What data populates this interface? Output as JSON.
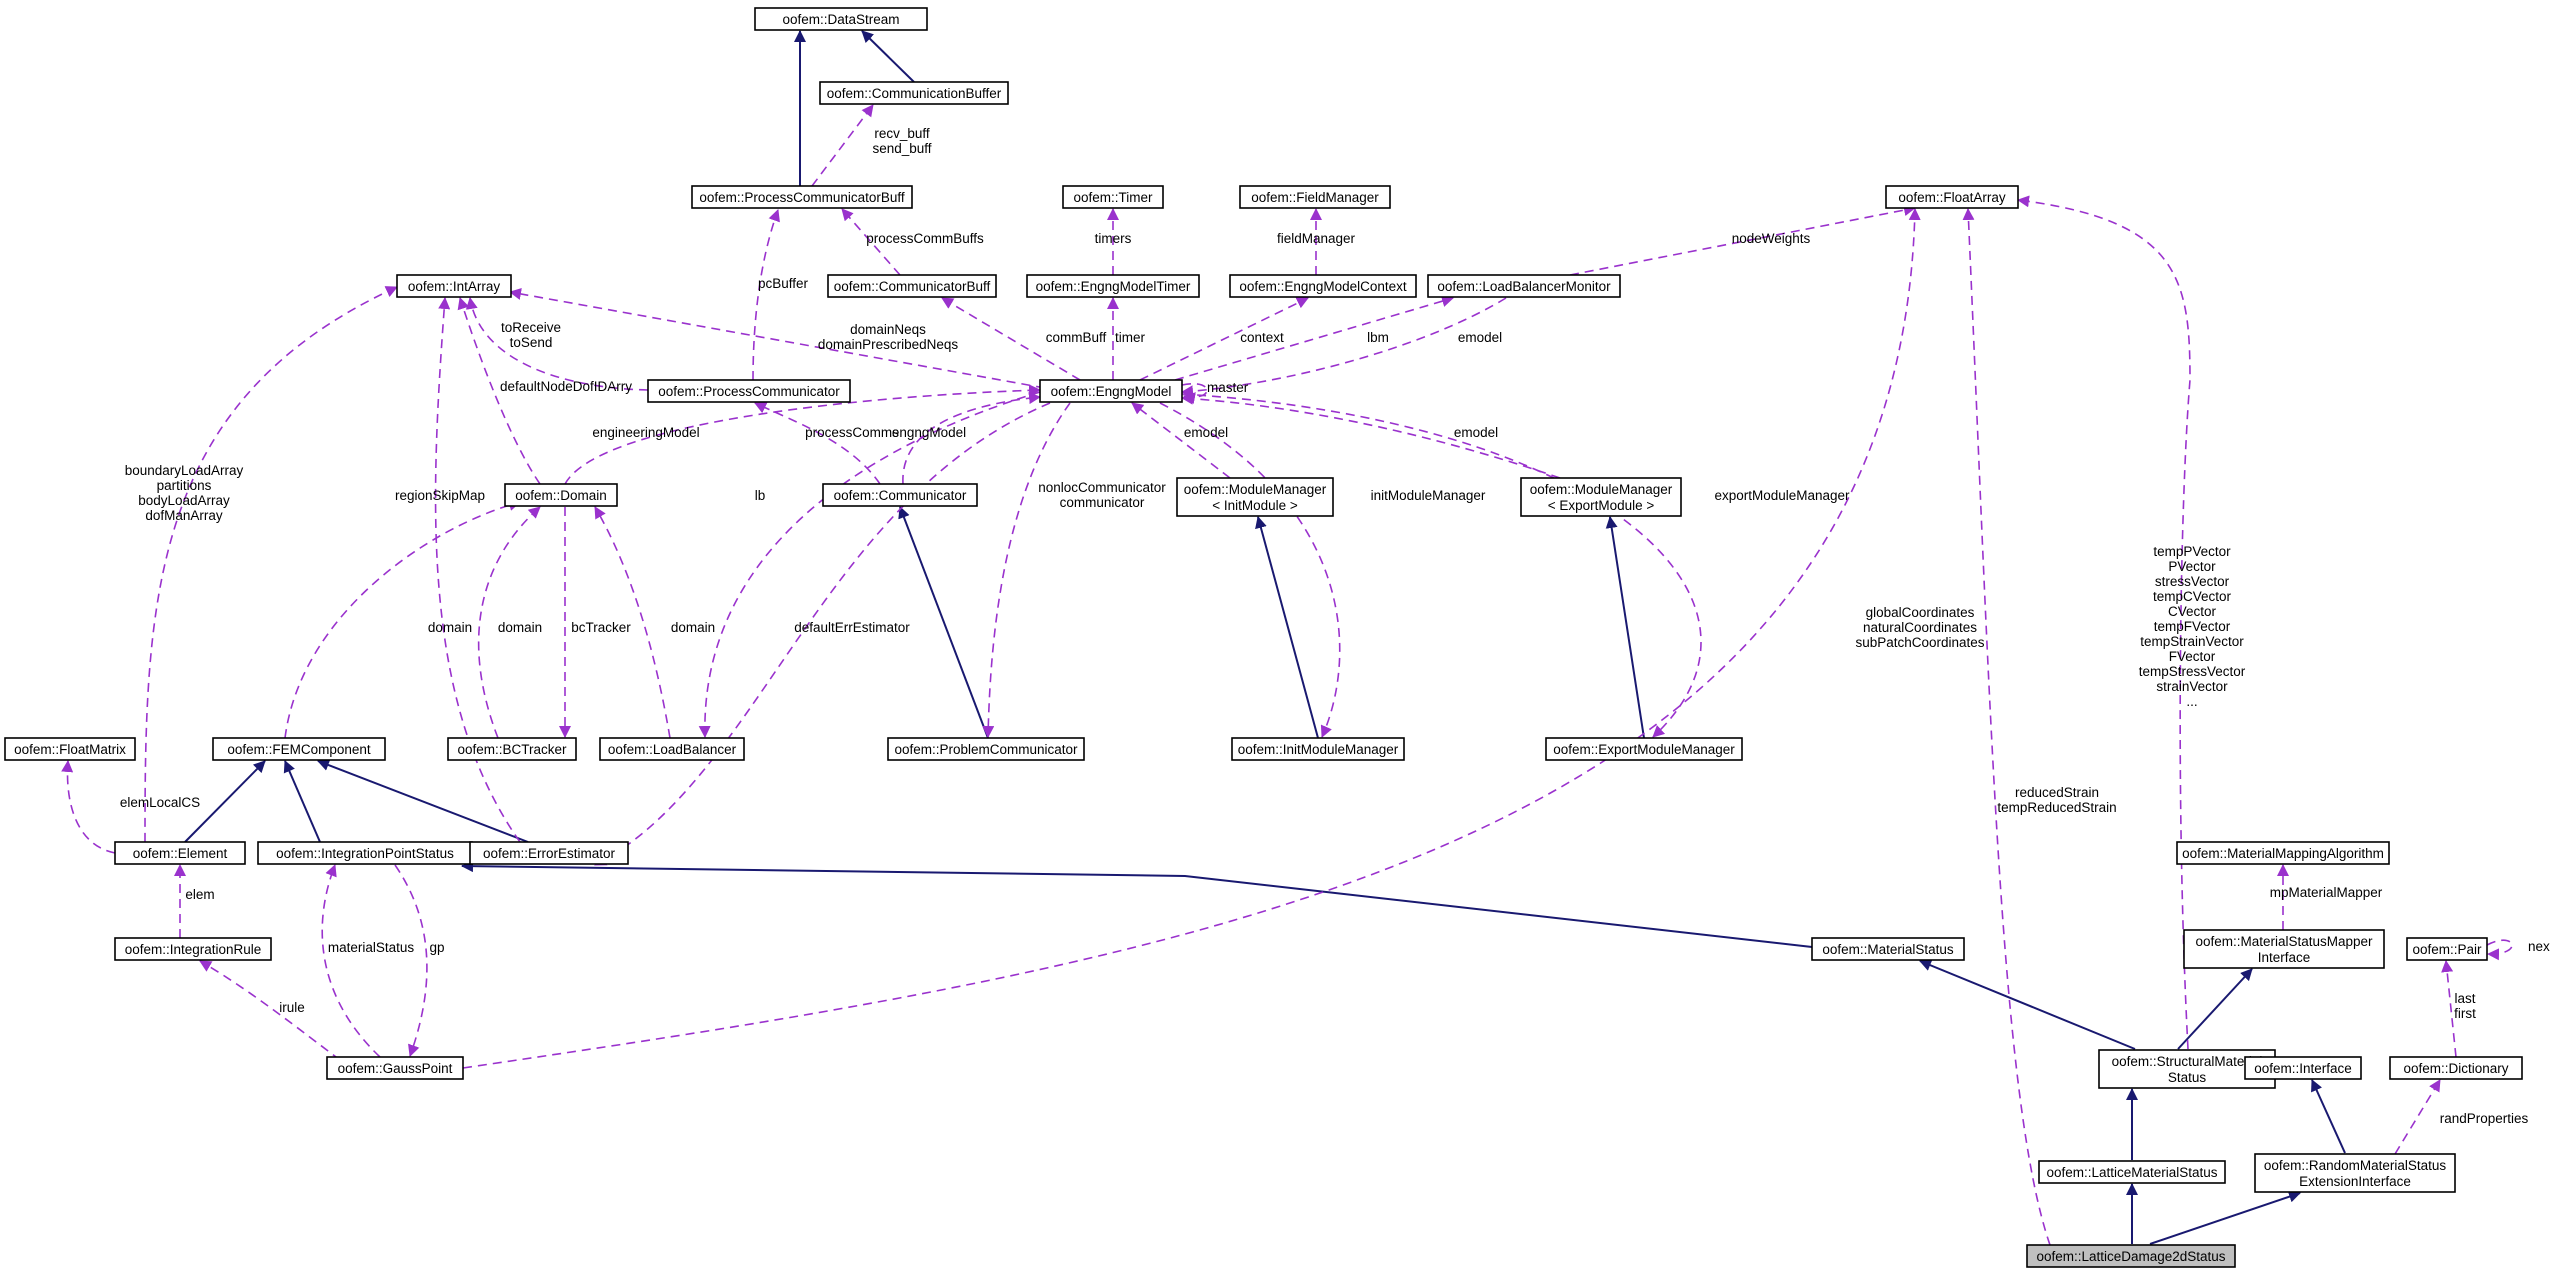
{
  "nodes": [
    {
      "id": "datastream",
      "label": [
        "oofem::DataStream"
      ]
    },
    {
      "id": "commbuffer",
      "label": [
        "oofem::CommunicationBuffer"
      ]
    },
    {
      "id": "pcbuff",
      "label": [
        "oofem::ProcessCommunicatorBuff"
      ]
    },
    {
      "id": "timer",
      "label": [
        "oofem::Timer"
      ]
    },
    {
      "id": "fieldmanager",
      "label": [
        "oofem::FieldManager"
      ]
    },
    {
      "id": "floatarray",
      "label": [
        "oofem::FloatArray"
      ]
    },
    {
      "id": "intarray",
      "label": [
        "oofem::IntArray"
      ]
    },
    {
      "id": "communicatorbuff",
      "label": [
        "oofem::CommunicatorBuff"
      ]
    },
    {
      "id": "engngmodeltimer",
      "label": [
        "oofem::EngngModelTimer"
      ]
    },
    {
      "id": "engngmodelcontext",
      "label": [
        "oofem::EngngModelContext"
      ]
    },
    {
      "id": "lbmonitor",
      "label": [
        "oofem::LoadBalancerMonitor"
      ]
    },
    {
      "id": "processcommunicator",
      "label": [
        "oofem::ProcessCommunicator"
      ]
    },
    {
      "id": "engngmodel",
      "label": [
        "oofem::EngngModel"
      ]
    },
    {
      "id": "domain",
      "label": [
        "oofem::Domain"
      ]
    },
    {
      "id": "communicator",
      "label": [
        "oofem::Communicator"
      ]
    },
    {
      "id": "mminit",
      "label": [
        "oofem::ModuleManager",
        "< InitModule >"
      ]
    },
    {
      "id": "mmexport",
      "label": [
        "oofem::ModuleManager",
        "< ExportModule >"
      ]
    },
    {
      "id": "floatmatrix",
      "label": [
        "oofem::FloatMatrix"
      ]
    },
    {
      "id": "femcomponent",
      "label": [
        "oofem::FEMComponent"
      ]
    },
    {
      "id": "bctracker",
      "label": [
        "oofem::BCTracker"
      ]
    },
    {
      "id": "loadbalancer",
      "label": [
        "oofem::LoadBalancer"
      ]
    },
    {
      "id": "problemcommunicator",
      "label": [
        "oofem::ProblemCommunicator"
      ]
    },
    {
      "id": "initmodulemanager",
      "label": [
        "oofem::InitModuleManager"
      ]
    },
    {
      "id": "exportmodulemanager",
      "label": [
        "oofem::ExportModuleManager"
      ]
    },
    {
      "id": "element",
      "label": [
        "oofem::Element"
      ]
    },
    {
      "id": "ipstatus",
      "label": [
        "oofem::IntegrationPointStatus"
      ]
    },
    {
      "id": "errorestimator",
      "label": [
        "oofem::ErrorEstimator"
      ]
    },
    {
      "id": "mmalgorithm",
      "label": [
        "oofem::MaterialMappingAlgorithm"
      ]
    },
    {
      "id": "integrationrule",
      "label": [
        "oofem::IntegrationRule"
      ]
    },
    {
      "id": "materialstatus",
      "label": [
        "oofem::MaterialStatus"
      ]
    },
    {
      "id": "msmapper",
      "label": [
        "oofem::MaterialStatusMapper",
        "Interface"
      ]
    },
    {
      "id": "pair",
      "label": [
        "oofem::Pair"
      ]
    },
    {
      "id": "gausspoint",
      "label": [
        "oofem::GaussPoint"
      ]
    },
    {
      "id": "structmatstatus",
      "label": [
        "oofem::StructuralMaterial",
        "Status"
      ]
    },
    {
      "id": "interface",
      "label": [
        "oofem::Interface"
      ]
    },
    {
      "id": "dictionary",
      "label": [
        "oofem::Dictionary"
      ]
    },
    {
      "id": "latticematstatus",
      "label": [
        "oofem::LatticeMaterialStatus"
      ]
    },
    {
      "id": "randommatstatus",
      "label": [
        "oofem::RandomMaterialStatus",
        "ExtensionInterface"
      ]
    },
    {
      "id": "latticedamage",
      "label": [
        "oofem::LatticeDamage2dStatus"
      ]
    }
  ],
  "edge_labels": [
    {
      "id": "recv",
      "lines": [
        "recv_buff",
        "send_buff"
      ]
    },
    {
      "id": "timers",
      "lines": [
        "timers"
      ]
    },
    {
      "id": "fieldmanager",
      "lines": [
        "fieldManager"
      ]
    },
    {
      "id": "pcbuffers",
      "lines": [
        "processCommBuffs"
      ]
    },
    {
      "id": "nodeweights",
      "lines": [
        "nodeWeights"
      ]
    },
    {
      "id": "pcbuffer",
      "lines": [
        "pcBuffer"
      ]
    },
    {
      "id": "domainneqs",
      "lines": [
        "domainNeqs",
        "domainPrescribedNeqs"
      ]
    },
    {
      "id": "toreceive",
      "lines": [
        "toReceive",
        "toSend"
      ]
    },
    {
      "id": "commbuff",
      "lines": [
        "commBuff"
      ]
    },
    {
      "id": "timerlbl",
      "lines": [
        "timer"
      ]
    },
    {
      "id": "context",
      "lines": [
        "context"
      ]
    },
    {
      "id": "lbm",
      "lines": [
        "lbm"
      ]
    },
    {
      "id": "emodel1",
      "lines": [
        "emodel"
      ]
    },
    {
      "id": "defaultnode",
      "lines": [
        "defaultNodeDofIDArry"
      ]
    },
    {
      "id": "master",
      "lines": [
        "master"
      ]
    },
    {
      "id": "engmodel",
      "lines": [
        "engineeringModel"
      ]
    },
    {
      "id": "processcomms",
      "lines": [
        "processComms"
      ]
    },
    {
      "id": "engngmodellbl",
      "lines": [
        "engngModel"
      ]
    },
    {
      "id": "emodel2",
      "lines": [
        "emodel"
      ]
    },
    {
      "id": "emodel3",
      "lines": [
        "emodel"
      ]
    },
    {
      "id": "boundary",
      "lines": [
        "boundaryLoadArray",
        "partitions",
        "bodyLoadArray",
        "dofManArray"
      ]
    },
    {
      "id": "regionskip",
      "lines": [
        "regionSkipMap"
      ]
    },
    {
      "id": "lb",
      "lines": [
        "lb"
      ]
    },
    {
      "id": "nonloc",
      "lines": [
        "nonlocCommunicator",
        "communicator"
      ]
    },
    {
      "id": "initmm",
      "lines": [
        "initModuleManager"
      ]
    },
    {
      "id": "exportmm",
      "lines": [
        "exportModuleManager"
      ]
    },
    {
      "id": "tempp",
      "lines": [
        "tempPVector",
        "PVector",
        "stressVector",
        "tempCVector",
        "CVector",
        "tempFVector",
        "tempStrainVector",
        "FVector",
        "tempStressVector",
        "strainVector",
        "..."
      ]
    },
    {
      "id": "globalcoords",
      "lines": [
        "globalCoordinates",
        "naturalCoordinates",
        "subPatchCoordinates"
      ]
    },
    {
      "id": "defaulterr",
      "lines": [
        "defaultErrEstimator"
      ]
    },
    {
      "id": "domain1",
      "lines": [
        "domain"
      ]
    },
    {
      "id": "domain2",
      "lines": [
        "domain"
      ]
    },
    {
      "id": "bctrackerlbl",
      "lines": [
        "bcTracker"
      ]
    },
    {
      "id": "domain3",
      "lines": [
        "domain"
      ]
    },
    {
      "id": "reduced",
      "lines": [
        "reducedStrain",
        "tempReducedStrain"
      ]
    },
    {
      "id": "elemlocal",
      "lines": [
        "elemLocalCS"
      ]
    },
    {
      "id": "mpmapper",
      "lines": [
        "mpMaterialMapper"
      ]
    },
    {
      "id": "next",
      "lines": [
        "next"
      ]
    },
    {
      "id": "elem",
      "lines": [
        "elem"
      ]
    },
    {
      "id": "matstatus",
      "lines": [
        "materialStatus"
      ]
    },
    {
      "id": "gp",
      "lines": [
        "gp"
      ]
    },
    {
      "id": "lastfirst",
      "lines": [
        "last",
        "first"
      ]
    },
    {
      "id": "irule",
      "lines": [
        "irule"
      ]
    },
    {
      "id": "randprops",
      "lines": [
        "randProperties"
      ]
    }
  ]
}
